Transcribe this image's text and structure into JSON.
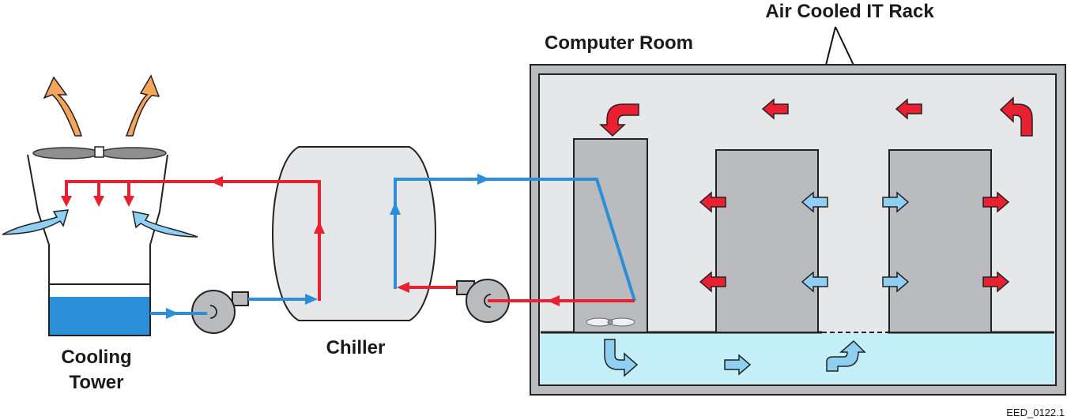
{
  "labels": {
    "air_cooled_it_rack": "Air Cooled IT Rack",
    "computer_room": "Computer Room",
    "cooling_tower_line1": "Cooling",
    "cooling_tower_line2": "Tower",
    "chiller": "Chiller",
    "figure_code": "EED_0122.1"
  },
  "colors": {
    "hot_water_air": "#e8202f",
    "cool_water_line": "#2a8fd8",
    "cool_air": "#8fd0f2",
    "exhaust": "#f5a55c",
    "basin_water": "#2a8fd8",
    "underfloor": "#c4eef8",
    "equipment_gray": "#b9bbbe",
    "room_fill": "#e6e7e8",
    "outline": "#222222"
  },
  "icons": {
    "fan": "fan-icon",
    "pump": "pump-icon",
    "arrow": "arrow-icon"
  }
}
